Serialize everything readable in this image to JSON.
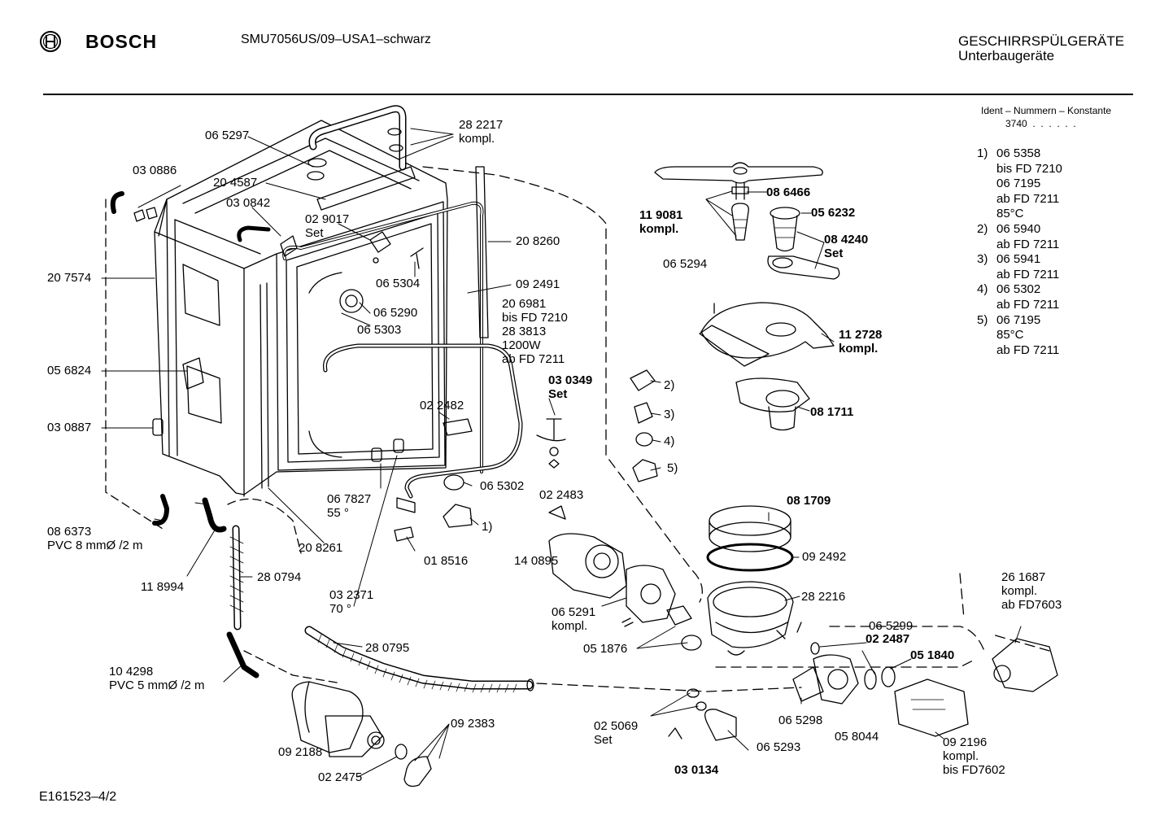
{
  "header": {
    "brand": "BOSCH",
    "model": "SMU7056US/09–USA1–schwarz",
    "category_line1": "GESCHIRRSPÜLGERÄTE",
    "category_line2": "Unterbaugeräte"
  },
  "ident": {
    "title": "Ident – Nummern – Konstante",
    "value": "3740  .  .  .  .  .  ."
  },
  "notes": [
    {
      "num": "1)",
      "lines": [
        "06 5358",
        "bis FD 7210",
        "06 7195",
        "ab FD 7211",
        "85°C"
      ]
    },
    {
      "num": "2)",
      "lines": [
        "06 5940",
        "ab FD 7211"
      ]
    },
    {
      "num": "3)",
      "lines": [
        "06 5941",
        "ab FD 7211"
      ]
    },
    {
      "num": "4)",
      "lines": [
        "06 5302",
        "ab FD 7211"
      ]
    },
    {
      "num": "5)",
      "lines": [
        "06 7195",
        "85°C",
        "ab FD 7211"
      ]
    }
  ],
  "footer": {
    "drawing_id": "E161523–4/2"
  },
  "parts": [
    {
      "id": "p-282217",
      "text": "28 2217\nkompl.",
      "bold": false
    },
    {
      "id": "p-065297",
      "text": "06 5297",
      "bold": false
    },
    {
      "id": "p-030886",
      "text": "03 0886",
      "bold": false
    },
    {
      "id": "p-204587",
      "text": "20 4587",
      "bold": false
    },
    {
      "id": "p-030842",
      "text": "03 0842",
      "bold": false
    },
    {
      "id": "p-029017",
      "text": "02 9017\nSet",
      "bold": false
    },
    {
      "id": "p-207574",
      "text": "20 7574",
      "bold": false
    },
    {
      "id": "p-065304",
      "text": "06 5304",
      "bold": false
    },
    {
      "id": "p-208260",
      "text": "20 8260",
      "bold": false
    },
    {
      "id": "p-092491",
      "text": "09 2491",
      "bold": false
    },
    {
      "id": "p-065290",
      "text": "06 5290",
      "bold": false
    },
    {
      "id": "p-065303",
      "text": "06 5303",
      "bold": false
    },
    {
      "id": "p-206981",
      "text": "20 6981\nbis FD 7210\n28 3813\n1200W\nab FD 7211",
      "bold": false
    },
    {
      "id": "p-056824",
      "text": "05 6824",
      "bold": false
    },
    {
      "id": "p-030349",
      "text": "03 0349\nSet",
      "bold": true
    },
    {
      "id": "p-022482",
      "text": "02 2482",
      "bold": false
    },
    {
      "id": "p-030887",
      "text": "03 0887",
      "bold": false
    },
    {
      "id": "p-065302",
      "text": "06 5302",
      "bold": false
    },
    {
      "id": "p-067827",
      "text": "06 7827\n55 °",
      "bold": false
    },
    {
      "id": "p-022483",
      "text": "02 2483",
      "bold": false
    },
    {
      "id": "p-086373",
      "text": "08 6373\nPVC 8 mmØ /2 m",
      "bold": false
    },
    {
      "id": "p-208261",
      "text": "20 8261",
      "bold": false
    },
    {
      "id": "p-018516",
      "text": "01 8516",
      "bold": false
    },
    {
      "id": "p-140895",
      "text": "14 0895",
      "bold": false
    },
    {
      "id": "p-118994",
      "text": "11 8994",
      "bold": false
    },
    {
      "id": "p-280794",
      "text": "28 0794",
      "bold": false
    },
    {
      "id": "p-032371",
      "text": "03 2371\n70 °",
      "bold": false
    },
    {
      "id": "p-065291",
      "text": "06 5291\nkompl.",
      "bold": false
    },
    {
      "id": "p-280795",
      "text": "28 0795",
      "bold": false
    },
    {
      "id": "p-051876",
      "text": "05 1876",
      "bold": false
    },
    {
      "id": "p-104298",
      "text": "10 4298\nPVC 5 mmØ /2 m",
      "bold": false
    },
    {
      "id": "p-092383",
      "text": "09 2383",
      "bold": false
    },
    {
      "id": "p-025069",
      "text": "02 5069\nSet",
      "bold": false
    },
    {
      "id": "p-092188",
      "text": "09 2188",
      "bold": false
    },
    {
      "id": "p-022475",
      "text": "02 2475",
      "bold": false
    },
    {
      "id": "p-030134",
      "text": "03 0134",
      "bold": true
    },
    {
      "id": "p-065293",
      "text": "06 5293",
      "bold": false
    },
    {
      "id": "p-065298",
      "text": "06 5298",
      "bold": false
    },
    {
      "id": "p-058044",
      "text": "05 8044",
      "bold": false
    },
    {
      "id": "p-086466",
      "text": "08 6466",
      "bold": true
    },
    {
      "id": "p-119081",
      "text": "11 9081\nkompl.",
      "bold": true
    },
    {
      "id": "p-056232",
      "text": "05 6232",
      "bold": true
    },
    {
      "id": "p-084240",
      "text": "08 4240\nSet",
      "bold": true
    },
    {
      "id": "p-065294",
      "text": "06 5294",
      "bold": false
    },
    {
      "id": "p-112728",
      "text": "11 2728\nkompl.",
      "bold": true
    },
    {
      "id": "p-081711",
      "text": "08 1711",
      "bold": true
    },
    {
      "id": "p-ref2",
      "text": "2)",
      "bold": false
    },
    {
      "id": "p-ref3",
      "text": "3)",
      "bold": false
    },
    {
      "id": "p-ref4",
      "text": "4)",
      "bold": false
    },
    {
      "id": "p-ref5",
      "text": "5)",
      "bold": false
    },
    {
      "id": "p-ref1",
      "text": "1)",
      "bold": false
    },
    {
      "id": "p-081709",
      "text": "08 1709",
      "bold": true
    },
    {
      "id": "p-092492",
      "text": "09 2492",
      "bold": false
    },
    {
      "id": "p-282216",
      "text": "28 2216",
      "bold": false
    },
    {
      "id": "p-065299",
      "text": "06 5299",
      "bold": false
    },
    {
      "id": "p-022487",
      "text": "02 2487",
      "bold": true
    },
    {
      "id": "p-051840",
      "text": "05 1840",
      "bold": true
    },
    {
      "id": "p-261687",
      "text": "26 1687\nkompl.\nab FD7603",
      "bold": false
    },
    {
      "id": "p-092196",
      "text": "09 2196\nkompl.\nbis FD7602",
      "bold": false
    }
  ]
}
